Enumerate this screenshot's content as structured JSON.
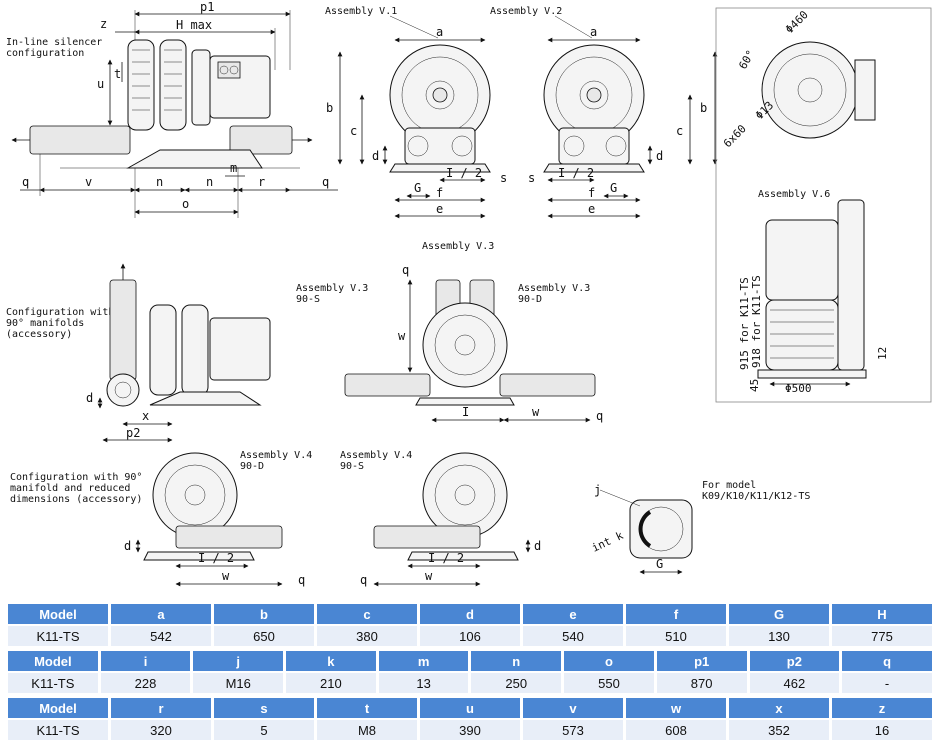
{
  "drawing": {
    "captions": {
      "inline": [
        "In-line silencer",
        "configuration"
      ],
      "manifolds": [
        "Configuration with 2",
        "90° manifolds",
        "(accessory)"
      ],
      "reduced": [
        "Configuration with 90°",
        "manifold and reduced",
        "dimensions (accessory)"
      ],
      "model_note": [
        "For model",
        "K09/K10/K11/K12-TS"
      ]
    },
    "assemblies": {
      "v1": "Assembly V.1",
      "v2": "Assembly V.2",
      "v3": "Assembly V.3",
      "v3s": [
        "Assembly V.3",
        "90-S"
      ],
      "v3d": [
        "Assembly V.3",
        "90-D"
      ],
      "v4d": [
        "Assembly V.4",
        "90-D"
      ],
      "v4s": [
        "Assembly V.4",
        "90-S"
      ],
      "v6": "Assembly V.6"
    },
    "dims": {
      "p1": "p1",
      "hmax": "H max",
      "z": "z",
      "u": "u",
      "t": "t",
      "m": "m",
      "q": "q",
      "v": "v",
      "n": "n",
      "r": "r",
      "o": "o",
      "a": "a",
      "b": "b",
      "c": "c",
      "d": "d",
      "s": "s",
      "G": "G",
      "l2": "I / 2",
      "f": "f",
      "e": "e",
      "w": "w",
      "x": "x",
      "p2": "p2",
      "I": "I",
      "j": "j",
      "intk": "int k",
      "phi460": "Φ460",
      "deg60": "60°",
      "phi13": "Φ13",
      "6x60": "6x60",
      "d915": "915 for K11-TS",
      "d918": "918 for K11-TS",
      "d12": "12",
      "d45": "45",
      "phi500": "Φ500"
    }
  },
  "tables": [
    {
      "header": [
        "Model",
        "a",
        "b",
        "c",
        "d",
        "e",
        "f",
        "G",
        "H"
      ],
      "row": [
        "K11-TS",
        "542",
        "650",
        "380",
        "106",
        "540",
        "510",
        "130",
        "775"
      ]
    },
    {
      "header": [
        "Model",
        "i",
        "j",
        "k",
        "m",
        "n",
        "o",
        "p1",
        "p2",
        "q"
      ],
      "row": [
        "K11-TS",
        "228",
        "M16",
        "210",
        "13",
        "250",
        "550",
        "870",
        "462",
        "-"
      ]
    },
    {
      "header": [
        "Model",
        "r",
        "s",
        "t",
        "u",
        "v",
        "w",
        "x",
        "z"
      ],
      "row": [
        "K11-TS",
        "320",
        "5",
        "M8",
        "390",
        "573",
        "608",
        "352",
        "16"
      ]
    }
  ],
  "colors": {
    "header_bg": "#4a86d3",
    "row_bg": "#e8eef8"
  }
}
